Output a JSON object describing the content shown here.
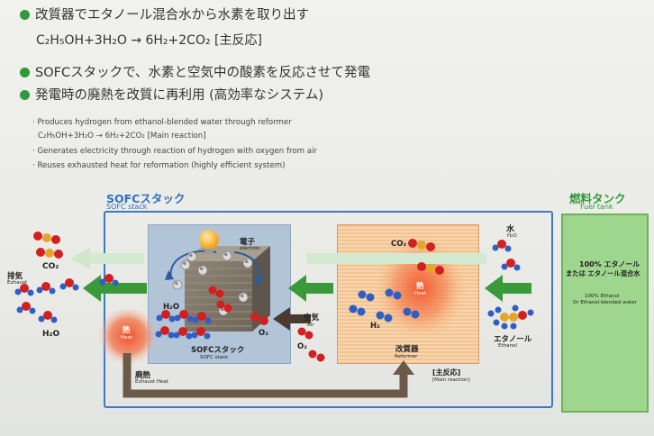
{
  "jp_bullets": {
    "b1": "改質器でエタノール混合水から水素を取り出す",
    "b1_formula": "C₂H₅OH+3H₂O → 6H₂+2CO₂ [主反応]",
    "b2": "SOFCスタックで、水素と空気中の酸素を反応させて発電",
    "b3": "発電時の廃熱を改質に再利用 (高効率なシステム)"
  },
  "en_bullets": {
    "e1": "Produces hydrogen from ethanol-blended water through reformer",
    "e1_formula": "C₂H₅OH+3H₂O → 6H₂+2CO₂ [Main reaction]",
    "e2": "Generates electricity through reaction of hydrogen with oxygen from air",
    "e3": "Reuses exhausted heat for reformation (highly efficient system)"
  },
  "diagram": {
    "sofc_title_jp": "SOFCスタック",
    "sofc_title_en": "SOFC stack",
    "fuel_title_jp": "燃料タンク",
    "fuel_title_en": "Fuel tank",
    "fuel_content_jp_1": "100% エタノール",
    "fuel_content_jp_2": "または エタノール混合水",
    "fuel_content_en_1": "100% Ethanol",
    "fuel_content_en_2": "Or Ethanol-blended water",
    "water_jp": "水",
    "water_en": "H₂O",
    "ethanol_jp": "エタノール",
    "ethanol_en": "Ethanol",
    "exhaust_jp": "排気",
    "exhaust_en": "Exhaust",
    "co2_left": "CO₂",
    "h2o_left": "H₂O",
    "heat_left_jp": "熱",
    "heat_left_en": "Heat",
    "heat_ref_jp": "熱",
    "heat_ref_en": "Heat",
    "electron_jp": "電子",
    "electron_en": "electron",
    "e_symbol": "e",
    "h2o_stack": "H₂O",
    "o2_stack": "O₂",
    "stack_label_jp": "SOFCスタック",
    "stack_label_en": "SOFC stack",
    "air_jp": "空気",
    "air_en": "Air",
    "o2_air": "O₂",
    "co2_ref": "CO₂",
    "h2_ref": "H₂",
    "reformer_jp": "改質器",
    "reformer_en": "Reformer",
    "main_reaction_jp": "[主反応]",
    "main_reaction_en": "[Main reaction]",
    "exhaust_heat_jp": "廃熱",
    "exhaust_heat_en": "Exhaust Heat"
  },
  "colors": {
    "green_bullet": "#2f9a3a",
    "frame_blue": "#3f79c2",
    "fuel_green": "#9fd68d",
    "arrow_green": "#3a9a3a",
    "arrow_brown": "#6b5a48",
    "hydrogen_blue": "#2f5fc4",
    "oxygen_red": "#d21f1f",
    "carbon_yellow": "#e4a52a"
  }
}
